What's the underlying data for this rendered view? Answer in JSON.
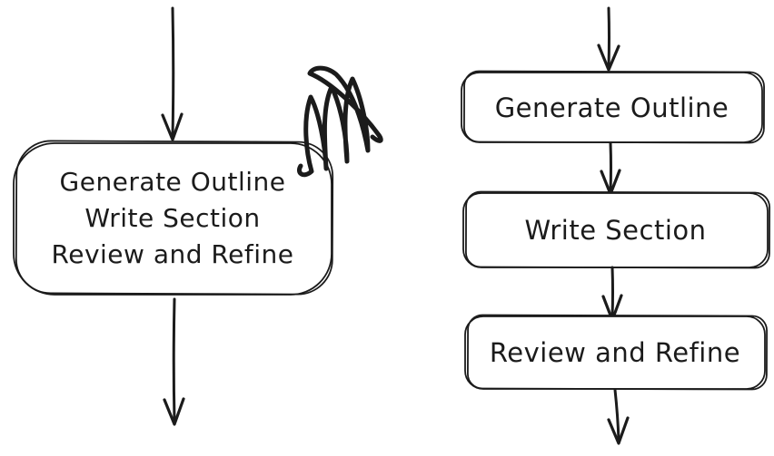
{
  "canvas": {
    "background_color": "#ffffff",
    "stroke_color": "#1b1b1b"
  },
  "left_flow": {
    "description": "single combined process node with scribble rejection mark",
    "node": {
      "lines": [
        "Generate Outline",
        "Write Section",
        "Review and Refine"
      ]
    },
    "annotation": "scribble-mark"
  },
  "right_flow": {
    "description": "three sequential process nodes",
    "nodes": [
      {
        "label": "Generate Outline"
      },
      {
        "label": "Write Section"
      },
      {
        "label": "Review and Refine"
      }
    ]
  }
}
